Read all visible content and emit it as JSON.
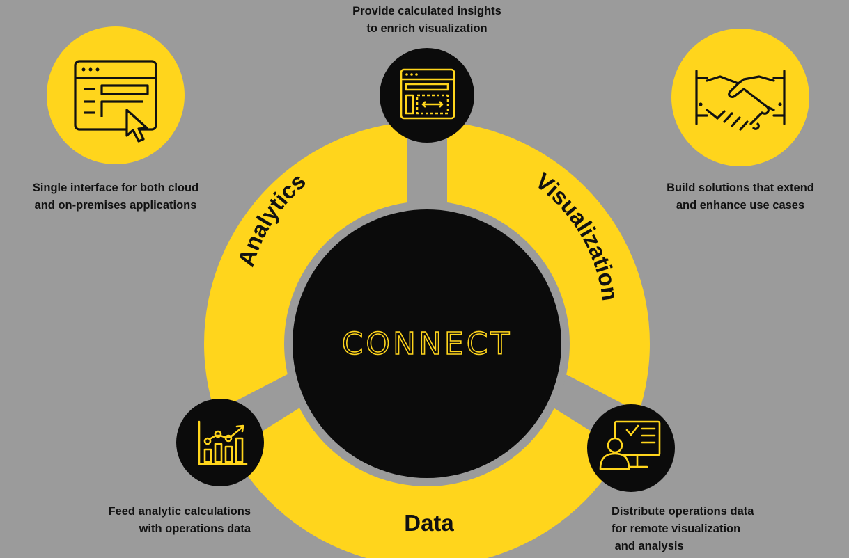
{
  "center": {
    "label": "CONNECT"
  },
  "segments": {
    "analytics": "Analytics",
    "visualization": "Visualization",
    "data": "Data"
  },
  "captions": {
    "top": [
      "Provide calculated insights",
      "to enrich visualization"
    ],
    "top_left": [
      "Single interface for both cloud",
      "and on-premises applications"
    ],
    "top_right": [
      "Build solutions that extend",
      "and enhance use cases"
    ],
    "bottom_left": [
      "Feed analytic calculations",
      "with operations data"
    ],
    "bottom_right": [
      "Distribute operations data",
      "for remote visualization",
      " and analysis"
    ]
  },
  "icons": {
    "top_left": "browser-click-icon",
    "top_right": "handshake-icon",
    "top": "dashboard-window-icon",
    "bottom_left": "analytics-chart-icon",
    "bottom_right": "presenter-board-icon"
  },
  "colors": {
    "background": "#9b9b9b",
    "accent": "#ffd51c",
    "dark": "#0b0b0b",
    "text": "#111111"
  }
}
